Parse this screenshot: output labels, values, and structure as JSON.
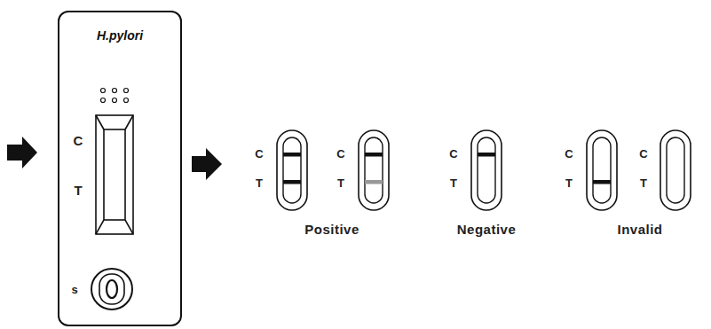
{
  "diagram": {
    "nodes": [
      {
        "text": [
          "H.pylori"
        ]
      }
    ],
    "labels": [
      "C",
      "T",
      "s",
      "C",
      "T",
      "C",
      "T",
      "C",
      "T",
      "C",
      "T",
      "C",
      "T",
      "Positive",
      "Negative",
      "Invalid"
    ]
  }
}
